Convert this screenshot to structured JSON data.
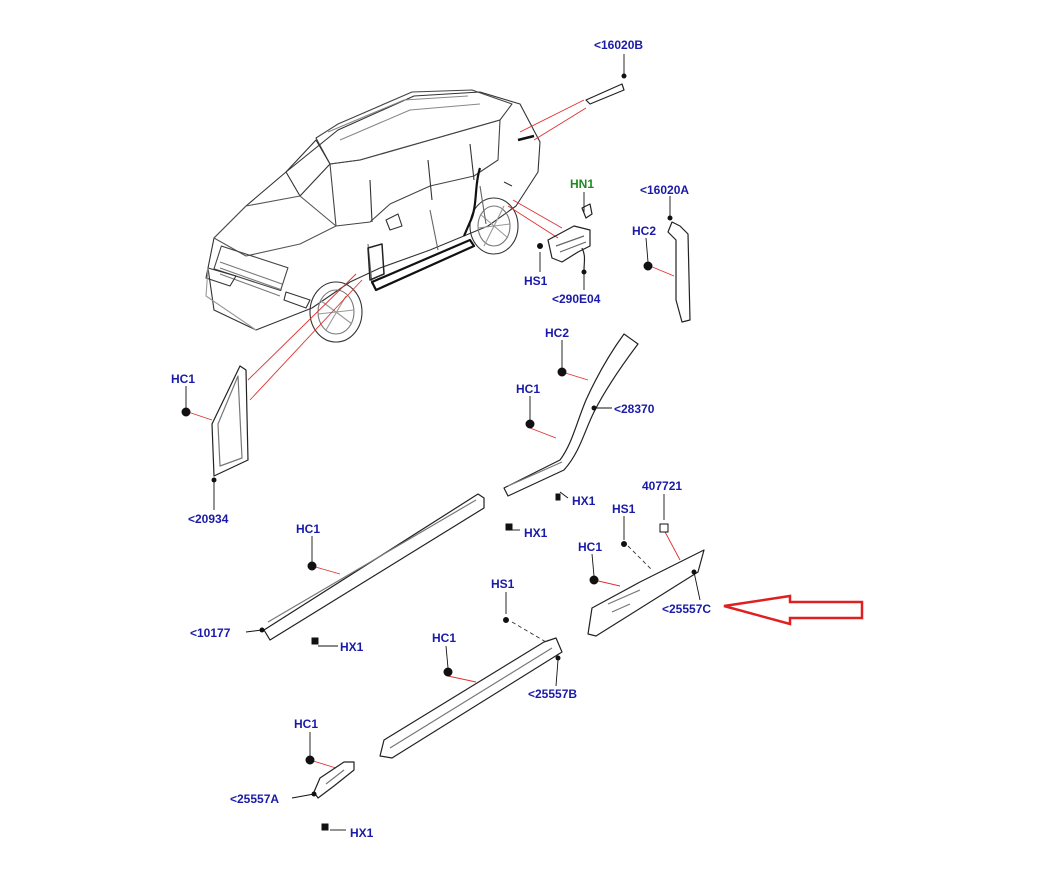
{
  "labels": {
    "l_16020B": "<16020B",
    "hn1": "HN1",
    "l_16020A": "<16020A",
    "hc2_pillar": "HC2",
    "hs1_top": "HS1",
    "l_290E04": "<290E04",
    "hc2_arch": "HC2",
    "hc1_arch": "HC1",
    "l_28370": "<28370",
    "hc1_front": "HC1",
    "l_20934": "<20934",
    "hx1_a": "HX1",
    "hx1_b": "HX1",
    "l_407721": "407721",
    "hs1_mid": "HS1",
    "hc1_c": "HC1",
    "l_25557C": "<25557C",
    "hc1_sill": "HC1",
    "l_10177": "<10177",
    "hx1_sill": "HX1",
    "hs1_bot": "HS1",
    "hc1_b": "HC1",
    "l_25557B": "<25557B",
    "hc1_a": "HC1",
    "l_25557A": "<25557A",
    "hx1_bot": "HX1"
  },
  "colors": {
    "label": "#1a1aa8",
    "label_highlight": "#1f8a1f",
    "leader": "#e03030",
    "arrow": "#e02020",
    "line": "#222222"
  },
  "highlight_arrow_target": "<25557C"
}
